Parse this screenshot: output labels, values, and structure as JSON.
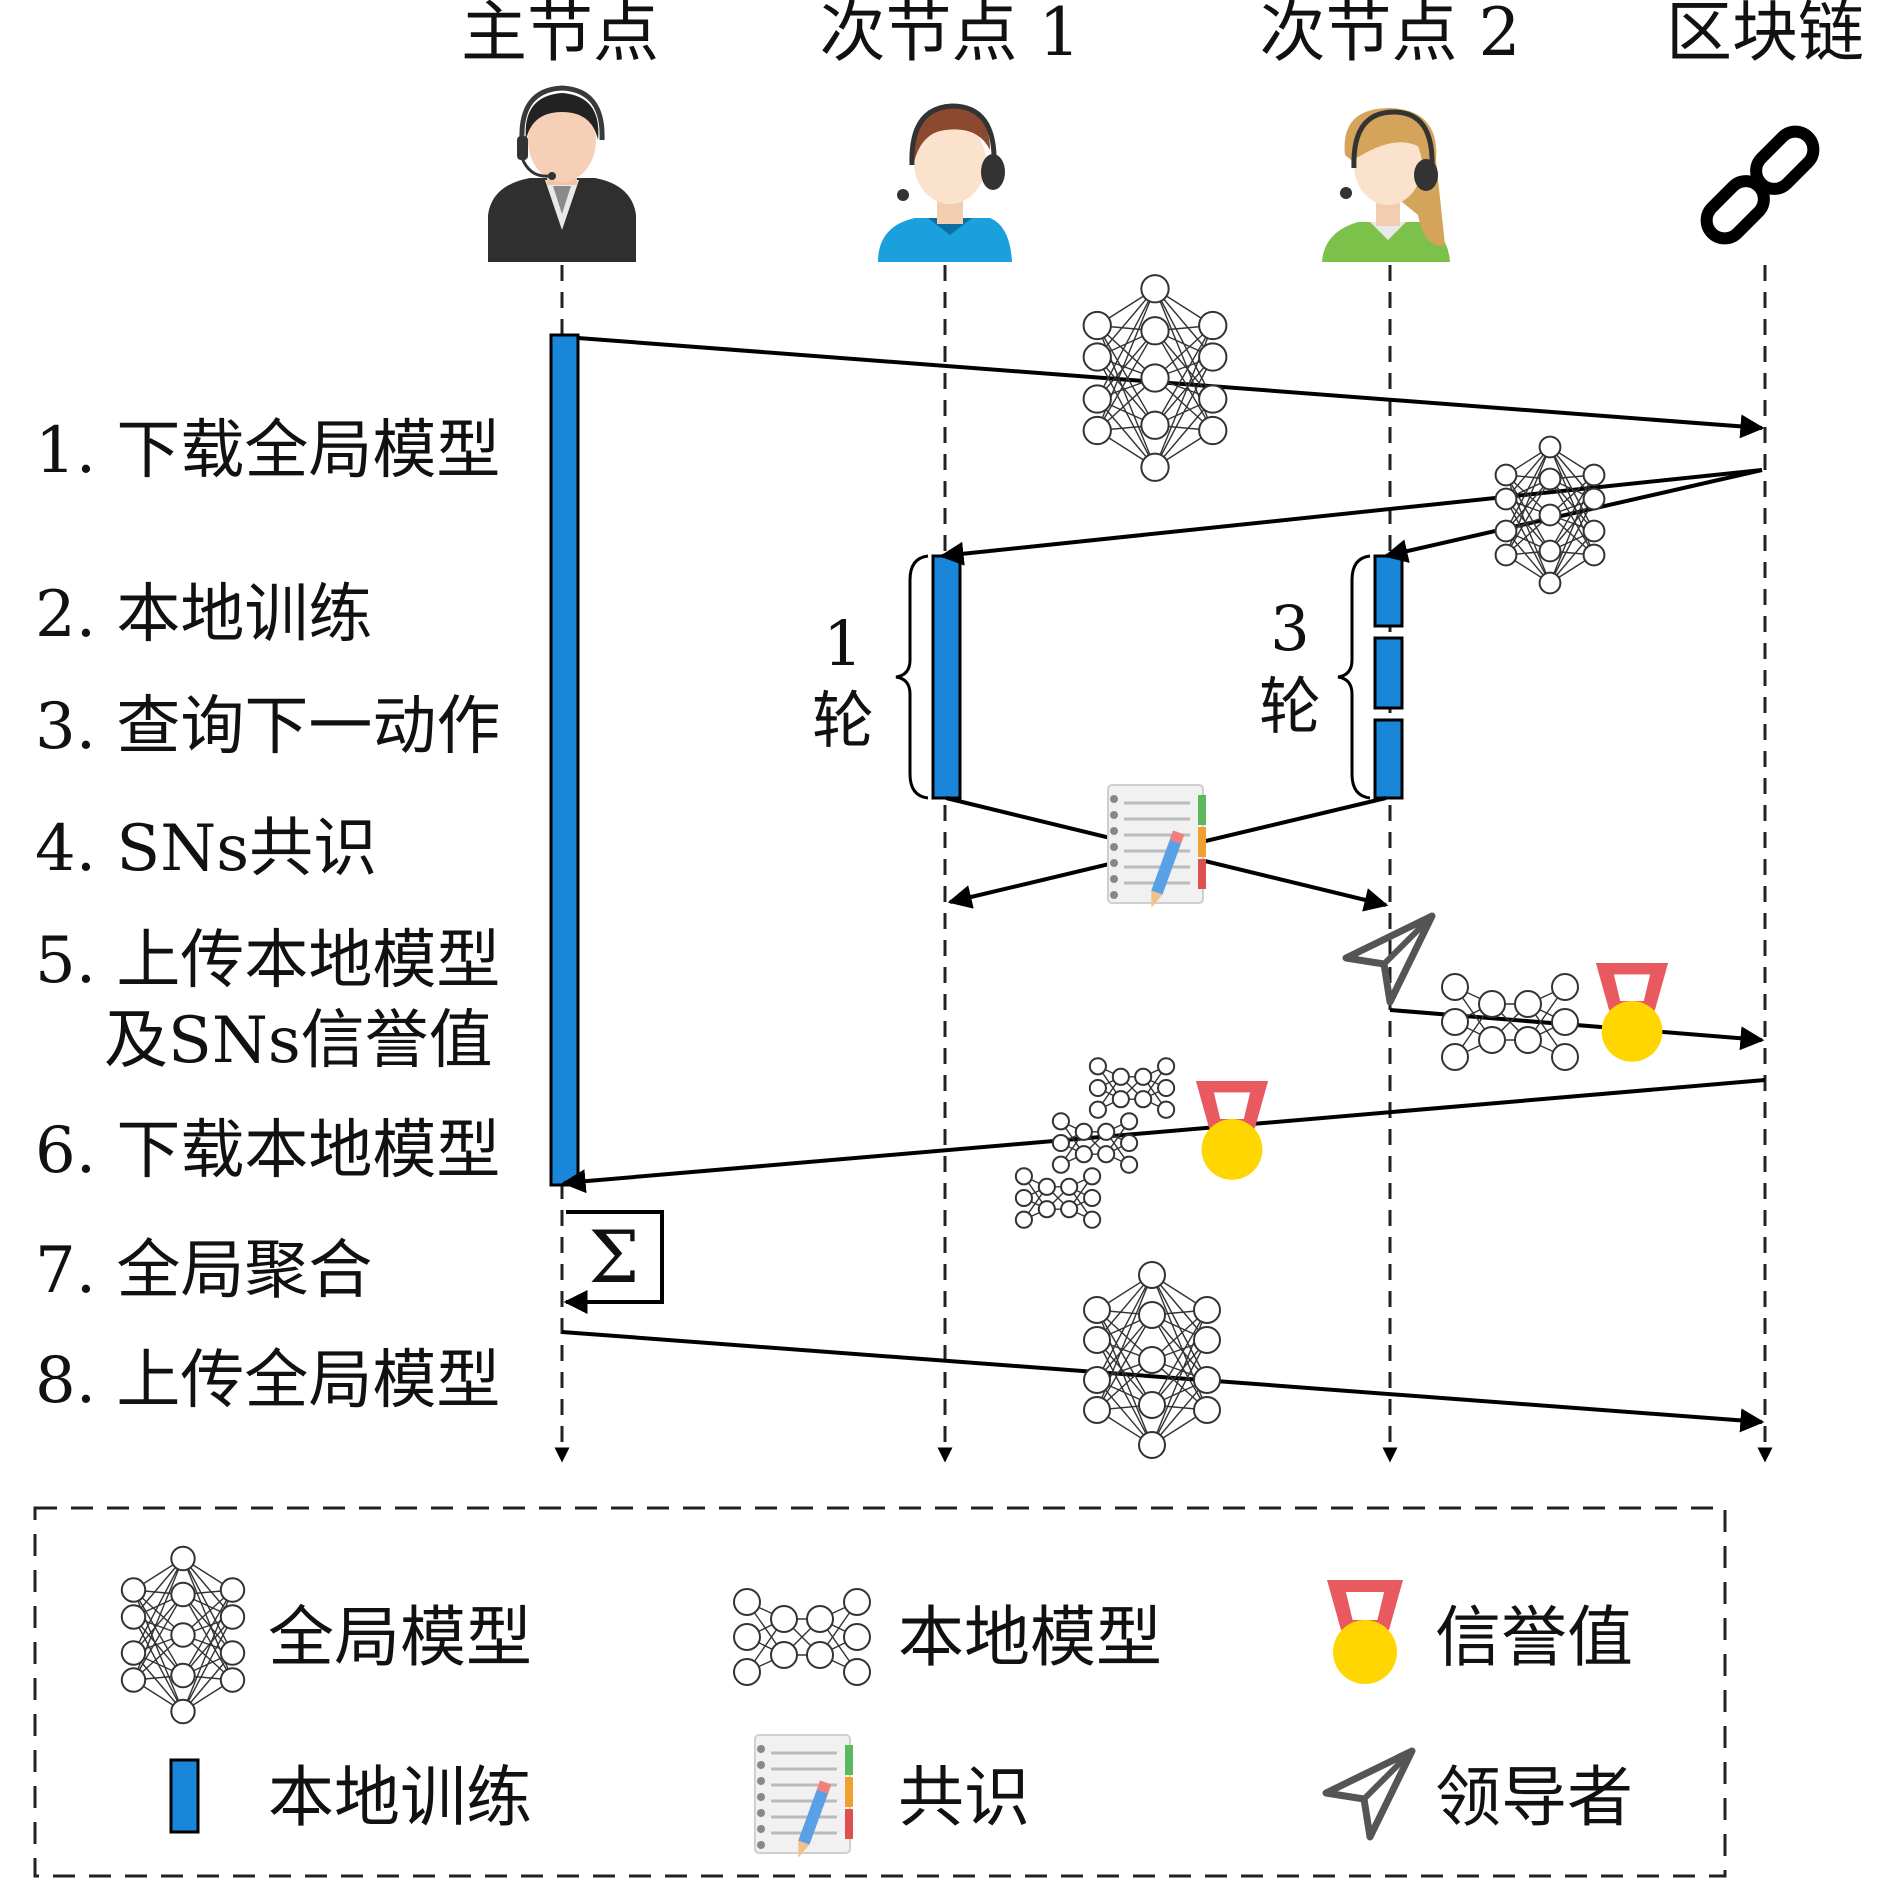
{
  "participants": {
    "primary": "主节点",
    "secondary1": "次节点 1",
    "secondary2": "次节点 2",
    "blockchain": "区块链"
  },
  "steps": [
    "1. 下载全局模型",
    "2. 本地训练",
    "3. 查询下一动作",
    "4. SNs共识",
    "5. 上传本地模型",
    "及SNs信誉值",
    "6. 下载本地模型",
    "7. 全局聚合",
    "8. 上传全局模型"
  ],
  "rounds": {
    "sn1_count": "1",
    "sn2_count": "3",
    "unit": "轮"
  },
  "aggregation_symbol": "Σ",
  "legend": {
    "global_model": "全局模型",
    "local_model": "本地模型",
    "reputation": "信誉值",
    "local_training": "本地训练",
    "consensus": "共识",
    "leader": "领导者"
  },
  "colors": {
    "training_bar": "#1a86d9",
    "medal_gold": "#ffd600",
    "medal_ribbon": "#e85a5f",
    "leader_icon": "#555555"
  },
  "icons": {
    "primary": "agent-with-headset-icon",
    "secondary1": "agent-blue-shirt-icon",
    "secondary2": "agent-green-shirt-icon",
    "blockchain": "chain-link-icon"
  }
}
